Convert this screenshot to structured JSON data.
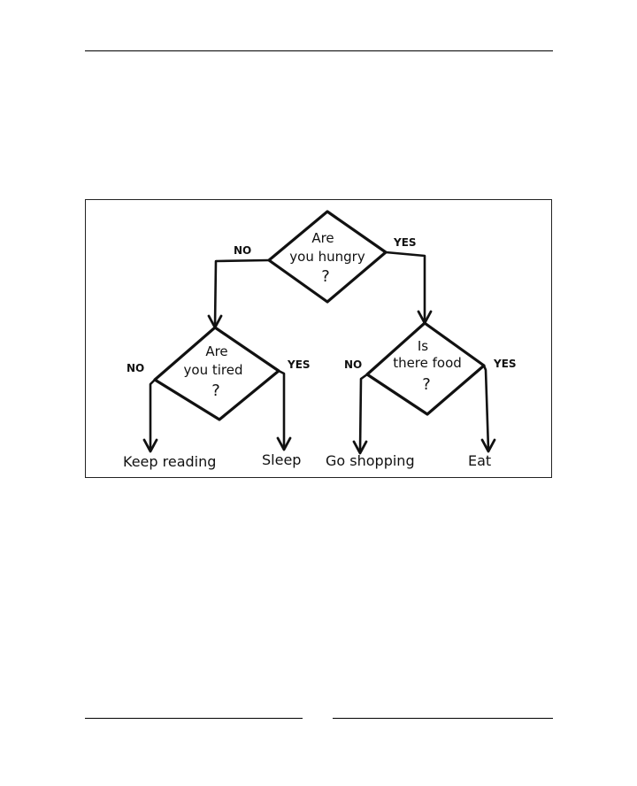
{
  "flowchart": {
    "decisions": {
      "hungry": {
        "line1": "Are",
        "line2": "you hungry",
        "mark": "?"
      },
      "tired": {
        "line1": "Are",
        "line2": "you tired",
        "mark": "?"
      },
      "food": {
        "line1": "Is",
        "line2": "there food",
        "mark": "?"
      }
    },
    "edge_labels": {
      "hungry_no": "NO",
      "hungry_yes": "YES",
      "tired_no": "NO",
      "tired_yes": "YES",
      "food_no": "NO",
      "food_yes": "YES"
    },
    "outcomes": {
      "keep_reading": "Keep reading",
      "sleep": "Sleep",
      "go_shopping": "Go shopping",
      "eat": "Eat"
    }
  }
}
